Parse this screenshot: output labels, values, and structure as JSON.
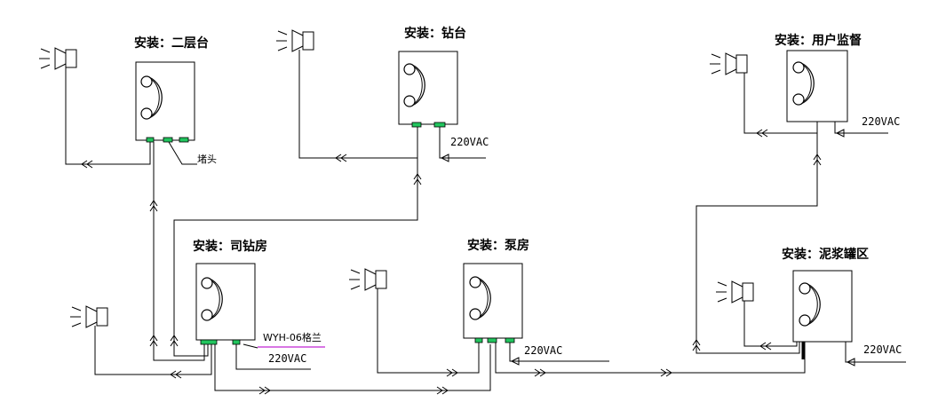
{
  "stations": {
    "second_floor": "安装：二层台",
    "drill_floor": "安装：钻台",
    "user_supervisor": "安装：用户监督",
    "driller_room": "安装：司钻房",
    "pump_room": "安装：泵房",
    "mud_tank_area": "安装：泥浆罐区"
  },
  "labels": {
    "plug": "堵头",
    "gland": "WYH-06格兰",
    "power_drill_floor": "220VAC",
    "power_supervisor": "220VAC",
    "power_driller_room": "220VAC",
    "power_pump_room": "220VAC",
    "power_mud_tank": "220VAC"
  },
  "colors": {
    "terminal": "#22c55e",
    "gland_underline": "#c026d3"
  }
}
